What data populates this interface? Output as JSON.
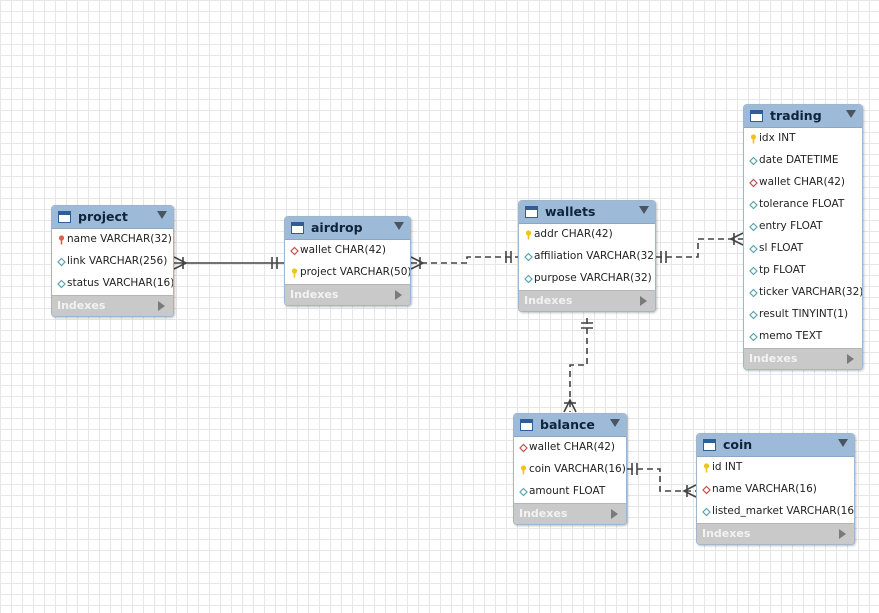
{
  "tables": [
    {
      "id": "project",
      "name": "project",
      "index_label": "Indexes",
      "columns": [
        {
          "text": "name VARCHAR(32)",
          "icon": "red-key-icon"
        },
        {
          "text": "link VARCHAR(256)",
          "icon": "teal-diamond-icon"
        },
        {
          "text": "status VARCHAR(16)",
          "icon": "teal-diamond-icon"
        }
      ]
    },
    {
      "id": "airdrop",
      "name": "airdrop",
      "index_label": "Indexes",
      "columns": [
        {
          "text": "wallet CHAR(42)",
          "icon": "red-diamond-icon"
        },
        {
          "text": "project VARCHAR(50)",
          "icon": "yellow-key-icon"
        }
      ]
    },
    {
      "id": "wallets",
      "name": "wallets",
      "index_label": "Indexes",
      "columns": [
        {
          "text": "addr CHAR(42)",
          "icon": "yellow-key-icon"
        },
        {
          "text": "affiliation VARCHAR(32)",
          "icon": "teal-diamond-icon"
        },
        {
          "text": "purpose VARCHAR(32)",
          "icon": "teal-diamond-icon"
        }
      ]
    },
    {
      "id": "trading",
      "name": "trading",
      "index_label": "Indexes",
      "columns": [
        {
          "text": "idx INT",
          "icon": "yellow-key-icon"
        },
        {
          "text": "date DATETIME",
          "icon": "teal-diamond-icon"
        },
        {
          "text": "wallet CHAR(42)",
          "icon": "red-diamond-icon"
        },
        {
          "text": "tolerance FLOAT",
          "icon": "teal-diamond-icon"
        },
        {
          "text": "entry FLOAT",
          "icon": "teal-diamond-icon"
        },
        {
          "text": "sl FLOAT",
          "icon": "teal-diamond-icon"
        },
        {
          "text": "tp FLOAT",
          "icon": "teal-diamond-icon"
        },
        {
          "text": "ticker VARCHAR(32)",
          "icon": "teal-diamond-icon"
        },
        {
          "text": "result TINYINT(1)",
          "icon": "teal-diamond-icon"
        },
        {
          "text": "memo TEXT",
          "icon": "teal-diamond-icon"
        }
      ]
    },
    {
      "id": "balance",
      "name": "balance",
      "index_label": "Indexes",
      "columns": [
        {
          "text": "wallet CHAR(42)",
          "icon": "red-diamond-icon"
        },
        {
          "text": "coin VARCHAR(16)",
          "icon": "yellow-key-icon"
        },
        {
          "text": "amount FLOAT",
          "icon": "teal-diamond-icon"
        }
      ]
    },
    {
      "id": "coin",
      "name": "coin",
      "index_label": "Indexes",
      "columns": [
        {
          "text": "id INT",
          "icon": "yellow-key-icon"
        },
        {
          "text": "name VARCHAR(16)",
          "icon": "red-diamond-icon"
        },
        {
          "text": "listed_market VARCHAR(16)",
          "icon": "teal-diamond-icon"
        }
      ]
    }
  ],
  "relationships": [
    {
      "from": "project",
      "to": "airdrop",
      "style": "solid",
      "from_end": "many",
      "to_end": "one"
    },
    {
      "from": "airdrop",
      "to": "wallets",
      "style": "dashed",
      "from_end": "many",
      "to_end": "one"
    },
    {
      "from": "wallets",
      "to": "trading",
      "style": "dashed",
      "from_end": "one",
      "to_end": "many"
    },
    {
      "from": "wallets",
      "to": "balance",
      "style": "dashed",
      "from_end": "one",
      "to_end": "many"
    },
    {
      "from": "balance",
      "to": "coin",
      "style": "dashed",
      "from_end": "one",
      "to_end": "many"
    }
  ],
  "colors": {
    "header": "#9dbbd9",
    "table_icon": "#2f5d95",
    "index_bar": "#c9c9c9",
    "key_yellow": "#f0c419",
    "key_red": "#d9624f",
    "diamond_teal": "#5aa6b0",
    "diamond_red": "#c0504d",
    "link": "#444444"
  }
}
